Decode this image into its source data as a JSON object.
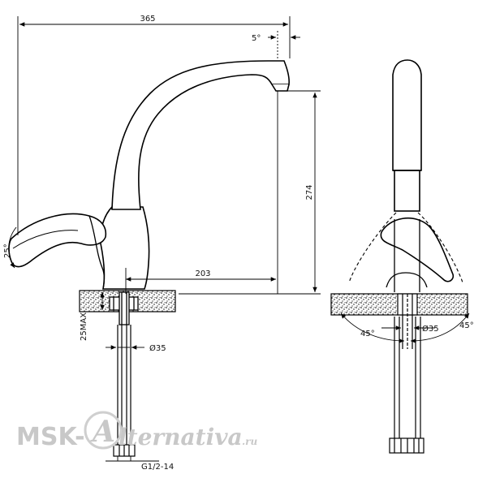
{
  "dimensions": {
    "width_overall": "365",
    "spout_tilt": "5°",
    "height": "274",
    "spout_reach": "203",
    "lever_angle": "25°",
    "max_thickness": "25MAX",
    "hole_diameter_side": "Ø35",
    "thread": "G1/2-14",
    "hole_diameter_front": "Ø35",
    "swing_left": "45°",
    "swing_right": "45°"
  },
  "watermark": {
    "prefix": "MSK-",
    "mark": "A",
    "suffix": "lternativa",
    "tld": ".ru"
  }
}
